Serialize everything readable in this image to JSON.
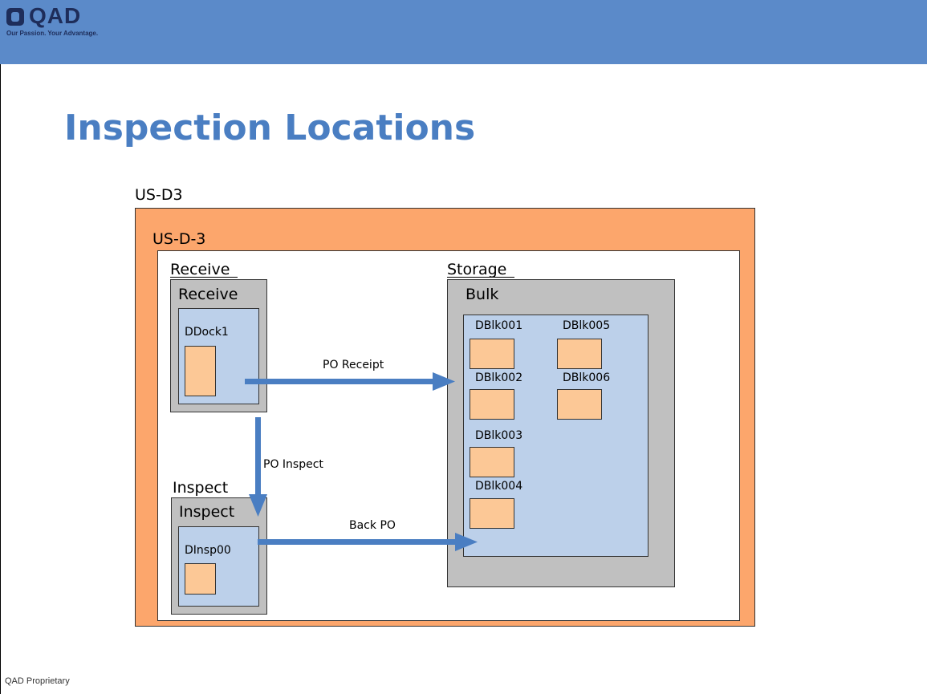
{
  "header": {
    "logo_text": "QAD",
    "tagline": "Our Passion. Your Advantage."
  },
  "slide": {
    "title": "Inspection Locations",
    "footer": "QAD Proprietary"
  },
  "diagram": {
    "site_label": "US-D3",
    "site_inner_label": "US-D-3",
    "receive": {
      "area_label": "Receive",
      "zone_label": "Receive",
      "location": "DDock1"
    },
    "inspect": {
      "area_label": "Inspect",
      "zone_label": "Inspect",
      "location": "DInsp00"
    },
    "storage": {
      "area_label": "Storage",
      "zone_label": "Bulk",
      "locations": [
        "DBlk001",
        "DBlk005",
        "DBlk002",
        "DBlk006",
        "DBlk003",
        "DBlk004"
      ]
    },
    "arrows": {
      "po_receipt": "PO Receipt",
      "po_inspect": "PO Inspect",
      "back_po": "Back PO"
    },
    "colors": {
      "arrow": "#4a7ec2",
      "site": "#fca66c",
      "zone": "#bcd0ea",
      "location": "#fcc896",
      "area": "#c0c0c0"
    }
  }
}
